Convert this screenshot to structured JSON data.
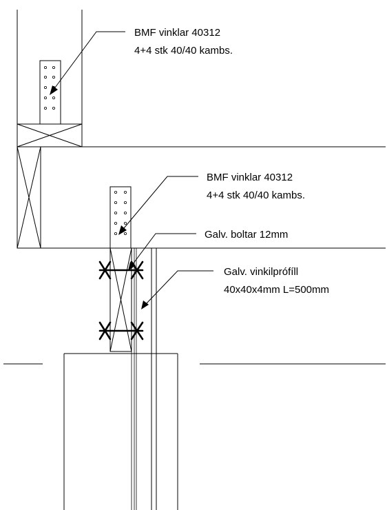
{
  "labels": {
    "bracket_top": {
      "line1": "BMF vinklar 40312",
      "line2": "4+4 stk 40/40 kambs."
    },
    "bracket_middle": {
      "line1": "BMF vinklar 40312",
      "line2": "4+4 stk 40/40 kambs."
    },
    "bolts": {
      "line1": "Galv. boltar 12mm"
    },
    "angle_profile": {
      "line1": "Galv. vinkilprófíll",
      "line2": "40x40x4mm L=500mm"
    }
  }
}
